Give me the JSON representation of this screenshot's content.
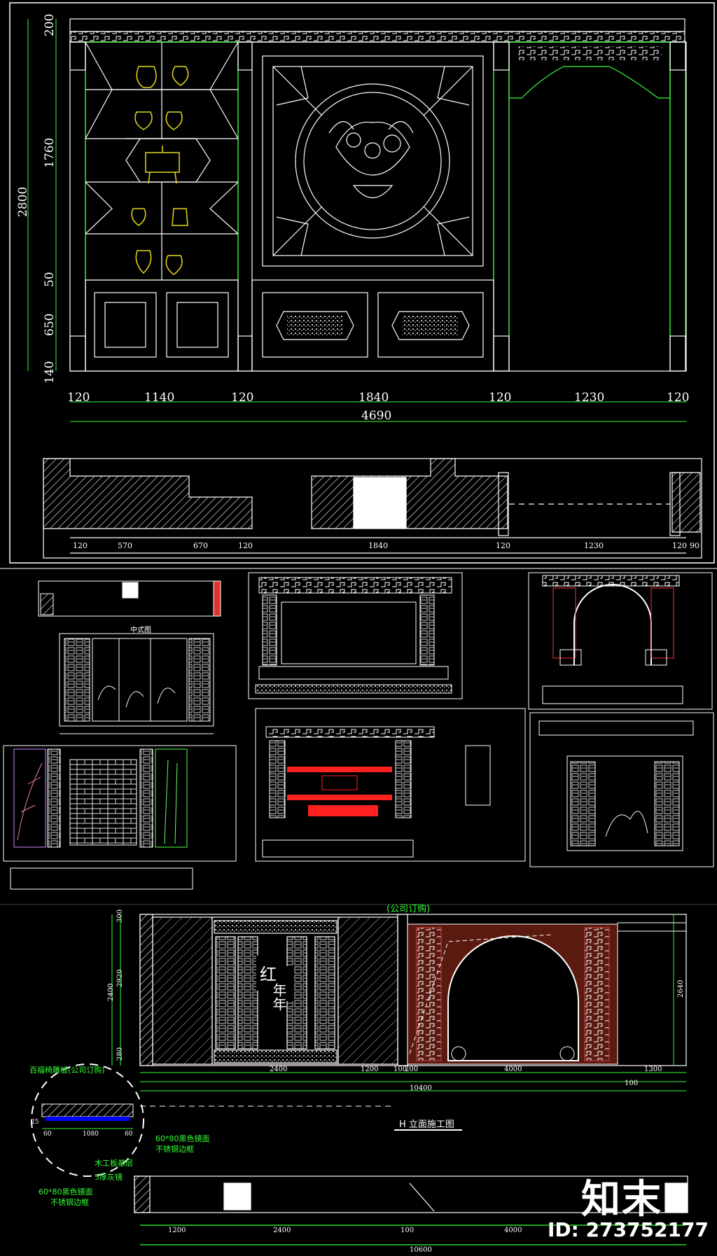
{
  "top_elevation": {
    "vertical_dims": [
      "200",
      "1760",
      "2800",
      "50",
      "650",
      "140"
    ],
    "horizontal_dims": [
      "120",
      "1140",
      "120",
      "1840",
      "120",
      "1230",
      "120"
    ],
    "total_width": "4690"
  },
  "top_plan": {
    "dims": [
      "120",
      "570",
      "670",
      "120",
      "1840",
      "120",
      "1230",
      "120",
      "90"
    ]
  },
  "mid_views": {
    "screen_label": "中式图"
  },
  "bottom_elevation": {
    "company_order_label": "(公司订购)",
    "couplet_left": "红",
    "couplet_right": "年年",
    "vertical_dims": [
      "300",
      "2920",
      "2400",
      "280",
      "2640"
    ],
    "horizontal_dims": [
      "2400",
      "1200",
      "100",
      "200",
      "4000",
      "1300"
    ],
    "total": "10400",
    "dim_100": "100",
    "title": "H 立面施工图"
  },
  "detail": {
    "label_panel": "百福椅雕板(公司订购)",
    "label_mirror1": "60*80黑色镜面",
    "label_mirror1b": "不锈钢边框",
    "label_wood": "木工板基层",
    "label_mirror": "5厚灰镜",
    "label_mirror2": "60*80黑色镜面",
    "label_mirror2b": "不锈钢边框",
    "dims": [
      "25",
      "60",
      "1080",
      "60"
    ]
  },
  "bottom_plan": {
    "dims": [
      "1200",
      "2400",
      "100",
      "4000"
    ],
    "total": "10600"
  },
  "watermark": {
    "brand": "知末",
    "id": "ID: 273752177"
  },
  "colors": {
    "line": "#ffffff",
    "green": "#33ff33",
    "yellow": "#e6d81a",
    "red": "#8a2a1a",
    "bright_red": "#ff2020"
  }
}
